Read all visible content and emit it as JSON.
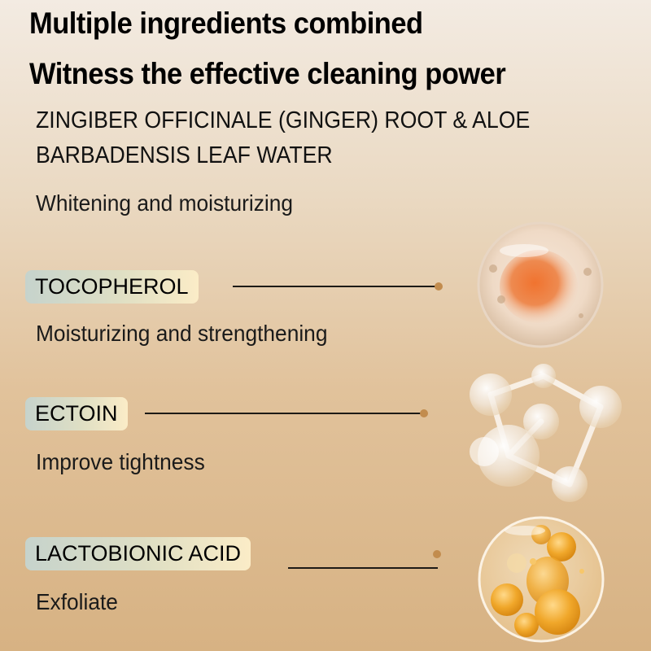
{
  "header": {
    "line1": "Multiple ingredients combined",
    "line2": "Witness the effective cleaning power"
  },
  "ingredients": [
    {
      "name_line1": "ZINGIBER OFFICINALE   (GINGER) ROOT & ALOE",
      "name_line2": "BARBADENSIS LEAF WATER",
      "benefit": "Whitening and moisturizing"
    },
    {
      "name": "TOCOPHEROL",
      "benefit": "Moisturizing and strengthening",
      "icon": "orange-cell-sphere-icon"
    },
    {
      "name": "ECTOIN",
      "benefit": "Improve tightness",
      "icon": "molecule-structure-icon"
    },
    {
      "name": "LACTOBIONIC ACID",
      "benefit": "Exfoliate",
      "icon": "golden-oil-bubble-sphere-icon"
    }
  ],
  "colors": {
    "background_top": "#f3ebe2",
    "background_bottom": "#d7b283",
    "pill_start": "#c6d3cc",
    "pill_end": "#fbecc7",
    "dot": "#c28c4e",
    "line": "#1d1a16"
  }
}
